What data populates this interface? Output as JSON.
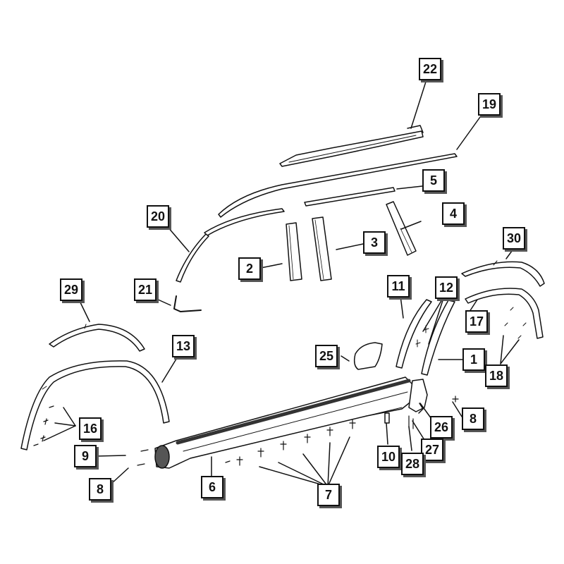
{
  "colors": {
    "ink": "#111111",
    "part_fill": "#ffffff",
    "dark_fill": "#333333",
    "shadow": "#555555"
  },
  "callouts": [
    {
      "id": "c1",
      "label": "1"
    },
    {
      "id": "c2",
      "label": "2"
    },
    {
      "id": "c3",
      "label": "3"
    },
    {
      "id": "c4",
      "label": "4"
    },
    {
      "id": "c5",
      "label": "5"
    },
    {
      "id": "c6",
      "label": "6"
    },
    {
      "id": "c7",
      "label": "7"
    },
    {
      "id": "c8a",
      "label": "8"
    },
    {
      "id": "c8b",
      "label": "8"
    },
    {
      "id": "c9",
      "label": "9"
    },
    {
      "id": "c10",
      "label": "10"
    },
    {
      "id": "c11",
      "label": "11"
    },
    {
      "id": "c12",
      "label": "12"
    },
    {
      "id": "c13",
      "label": "13"
    },
    {
      "id": "c16",
      "label": "16"
    },
    {
      "id": "c17",
      "label": "17"
    },
    {
      "id": "c18",
      "label": "18"
    },
    {
      "id": "c19",
      "label": "19"
    },
    {
      "id": "c20",
      "label": "20"
    },
    {
      "id": "c21",
      "label": "21"
    },
    {
      "id": "c22",
      "label": "22"
    },
    {
      "id": "c25",
      "label": "25"
    },
    {
      "id": "c26",
      "label": "26"
    },
    {
      "id": "c27",
      "label": "27"
    },
    {
      "id": "c28",
      "label": "28"
    },
    {
      "id": "c29",
      "label": "29"
    },
    {
      "id": "c30",
      "label": "30"
    }
  ]
}
